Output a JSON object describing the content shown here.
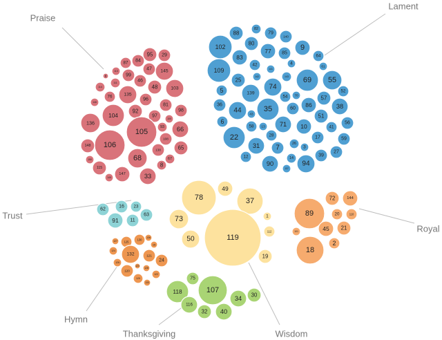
{
  "chart_data": {
    "type": "packed-bubble",
    "title": "",
    "groups": [
      {
        "name": "Praise",
        "color": "#d9737a",
        "items": [
          95,
          29,
          87,
          84,
          113,
          99,
          47,
          145,
          8,
          111,
          46,
          114,
          48,
          103,
          76,
          135,
          96,
          146,
          81,
          92,
          97,
          98,
          104,
          136,
          93,
          100,
          66,
          105,
          108,
          148,
          106,
          138,
          65,
          67,
          8,
          150,
          68,
          115,
          149,
          147,
          33
        ]
      },
      {
        "name": "Lament",
        "color": "#4f9fd2",
        "items": [
          82,
          88,
          79,
          80,
          140,
          102,
          77,
          85,
          9,
          83,
          64,
          42,
          141,
          4,
          61,
          109,
          142,
          143,
          53,
          25,
          74,
          69,
          55,
          139,
          5,
          54,
          70,
          52,
          86,
          36,
          57,
          38,
          44,
          43,
          35,
          60,
          6,
          13,
          51,
          58,
          71,
          10,
          41,
          56,
          22,
          28,
          26,
          17,
          59,
          3,
          31,
          12,
          7,
          90,
          14,
          94,
          39,
          27,
          137
        ]
      },
      {
        "name": "Trust",
        "color": "#8dd3d6",
        "items": [
          62,
          16,
          23,
          91,
          11,
          63
        ]
      },
      {
        "name": "Wisdom",
        "color": "#fde29e",
        "items": [
          78,
          49,
          37,
          73,
          1,
          119,
          112,
          50,
          19
        ]
      },
      {
        "name": "Royal",
        "color": "#f6ab6e",
        "items": [
          72,
          144,
          89,
          20,
          110,
          45,
          21,
          101,
          2,
          18
        ]
      },
      {
        "name": "Hymn",
        "color": "#ee9650",
        "items": [
          127,
          130,
          136,
          125,
          15,
          124,
          132,
          121,
          126,
          123,
          24,
          128,
          120,
          122,
          129,
          133
        ]
      },
      {
        "name": "Thanksgiving",
        "color": "#a9d474",
        "items": [
          75,
          118,
          107,
          116,
          34,
          30,
          32,
          40
        ]
      }
    ]
  }
}
